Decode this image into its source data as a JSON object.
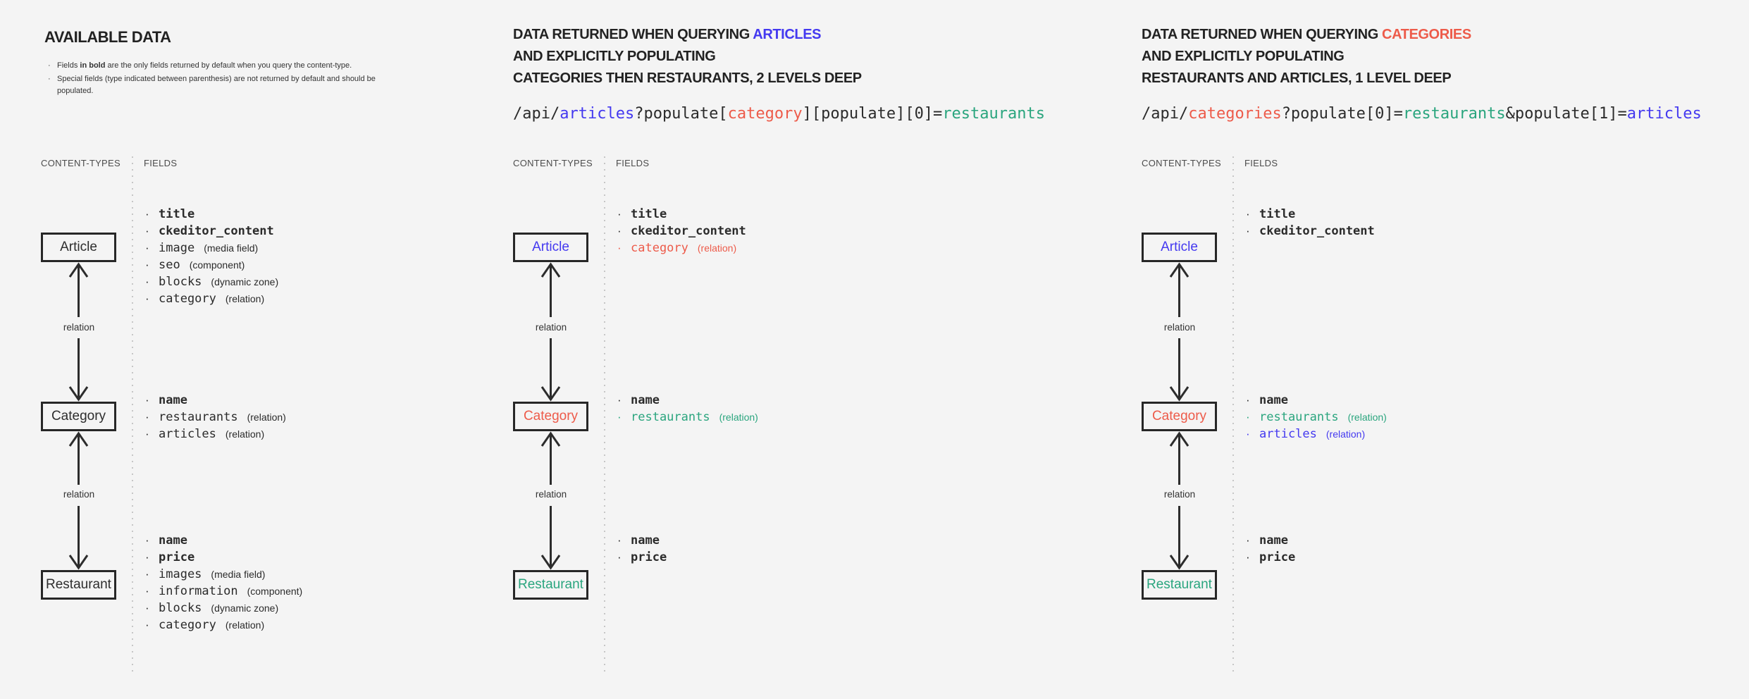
{
  "ui": {
    "bullet": "·"
  },
  "colors": {
    "blue": "#4439f0",
    "red": "#ed5b4a",
    "teal": "#2aa57e",
    "dark": "#2b2b2b"
  },
  "columns": [
    {
      "title": "AVAILABLE DATA",
      "notes": [
        {
          "pre": "Fields ",
          "bold": "in bold",
          "post": " are the only fields returned by default when you query the content-type."
        },
        {
          "pre": "Special fields (type indicated between parenthesis) are not returned by default and should be populated.",
          "bold": "",
          "post": ""
        }
      ],
      "content_types_label": "CONTENT-TYPES",
      "fields_label": "FIELDS",
      "relation_label": "relation",
      "entities": [
        {
          "name": "Article",
          "color": "#2e2e2e",
          "fields": [
            {
              "name": "title",
              "type": "",
              "color": "#2b2b2b"
            },
            {
              "name": "ckeditor_content",
              "type": "",
              "color": "#2b2b2b"
            },
            {
              "name": "image",
              "type": "(media field)",
              "color": "#2b2b2b"
            },
            {
              "name": "seo",
              "type": "(component)",
              "color": "#2b2b2b"
            },
            {
              "name": "blocks",
              "type": "(dynamic zone)",
              "color": "#2b2b2b"
            },
            {
              "name": "category",
              "type": "(relation)",
              "color": "#2b2b2b"
            }
          ]
        },
        {
          "name": "Category",
          "color": "#2e2e2e",
          "fields": [
            {
              "name": "name",
              "type": "",
              "color": "#2b2b2b"
            },
            {
              "name": "restaurants",
              "type": "(relation)",
              "color": "#2b2b2b"
            },
            {
              "name": "articles",
              "type": "(relation)",
              "color": "#2b2b2b"
            }
          ]
        },
        {
          "name": "Restaurant",
          "color": "#2e2e2e",
          "fields": [
            {
              "name": "name",
              "type": "",
              "color": "#2b2b2b"
            },
            {
              "name": "price",
              "type": "",
              "color": "#2b2b2b"
            },
            {
              "name": "images",
              "type": "(media field)",
              "color": "#2b2b2b"
            },
            {
              "name": "information",
              "type": "(component)",
              "color": "#2b2b2b"
            },
            {
              "name": "blocks",
              "type": "(dynamic zone)",
              "color": "#2b2b2b"
            },
            {
              "name": "category",
              "type": "(relation)",
              "color": "#2b2b2b"
            }
          ]
        }
      ]
    },
    {
      "header": {
        "line1_pre": "DATA RETURNED WHEN QUERYING ",
        "line1_highlight": "ARTICLES",
        "line1_highlight_color": "#4439f0",
        "line2": "AND EXPLICITLY POPULATING",
        "line3": "CATEGORIES THEN RESTAURANTS, 2 LEVELS DEEP"
      },
      "url": [
        {
          "t": "/api/",
          "c": "#2b2b2b"
        },
        {
          "t": "articles",
          "c": "#4439f0"
        },
        {
          "t": "?populate[",
          "c": "#2b2b2b"
        },
        {
          "t": "category",
          "c": "#ed5b4a"
        },
        {
          "t": "][populate][0]=",
          "c": "#2b2b2b"
        },
        {
          "t": "restaurants",
          "c": "#2aa57e"
        }
      ],
      "content_types_label": "CONTENT-TYPES",
      "fields_label": "FIELDS",
      "relation_label": "relation",
      "entities": [
        {
          "name": "Article",
          "color": "#4439f0",
          "fields": [
            {
              "name": "title",
              "type": "",
              "color": "#2b2b2b"
            },
            {
              "name": "ckeditor_content",
              "type": "",
              "color": "#2b2b2b"
            },
            {
              "name": "category",
              "type": "(relation)",
              "color": "#ed5b4a"
            }
          ]
        },
        {
          "name": "Category",
          "color": "#ed5b4a",
          "fields": [
            {
              "name": "name",
              "type": "",
              "color": "#2b2b2b"
            },
            {
              "name": "restaurants",
              "type": "(relation)",
              "color": "#2aa57e"
            }
          ]
        },
        {
          "name": "Restaurant",
          "color": "#2aa57e",
          "fields": [
            {
              "name": "name",
              "type": "",
              "color": "#2b2b2b"
            },
            {
              "name": "price",
              "type": "",
              "color": "#2b2b2b"
            }
          ]
        }
      ]
    },
    {
      "header": {
        "line1_pre": "DATA RETURNED WHEN QUERYING ",
        "line1_highlight": "CATEGORIES",
        "line1_highlight_color": "#ed5b4a",
        "line2": "AND EXPLICITLY POPULATING",
        "line3": "RESTAURANTS AND ARTICLES, 1 LEVEL DEEP"
      },
      "url": [
        {
          "t": "/api/",
          "c": "#2b2b2b"
        },
        {
          "t": "categories",
          "c": "#ed5b4a"
        },
        {
          "t": "?populate[0]=",
          "c": "#2b2b2b"
        },
        {
          "t": "restaurants",
          "c": "#2aa57e"
        },
        {
          "t": "&populate[1]=",
          "c": "#2b2b2b"
        },
        {
          "t": "articles",
          "c": "#4439f0"
        }
      ],
      "content_types_label": "CONTENT-TYPES",
      "fields_label": "FIELDS",
      "relation_label": "relation",
      "entities": [
        {
          "name": "Article",
          "color": "#4439f0",
          "fields": [
            {
              "name": "title",
              "type": "",
              "color": "#2b2b2b"
            },
            {
              "name": "ckeditor_content",
              "type": "",
              "color": "#2b2b2b"
            }
          ]
        },
        {
          "name": "Category",
          "color": "#ed5b4a",
          "fields": [
            {
              "name": "name",
              "type": "",
              "color": "#2b2b2b"
            },
            {
              "name": "restaurants",
              "type": "(relation)",
              "color": "#2aa57e"
            },
            {
              "name": "articles",
              "type": "(relation)",
              "color": "#4439f0"
            }
          ]
        },
        {
          "name": "Restaurant",
          "color": "#2aa57e",
          "fields": [
            {
              "name": "name",
              "type": "",
              "color": "#2b2b2b"
            },
            {
              "name": "price",
              "type": "",
              "color": "#2b2b2b"
            }
          ]
        }
      ]
    }
  ]
}
